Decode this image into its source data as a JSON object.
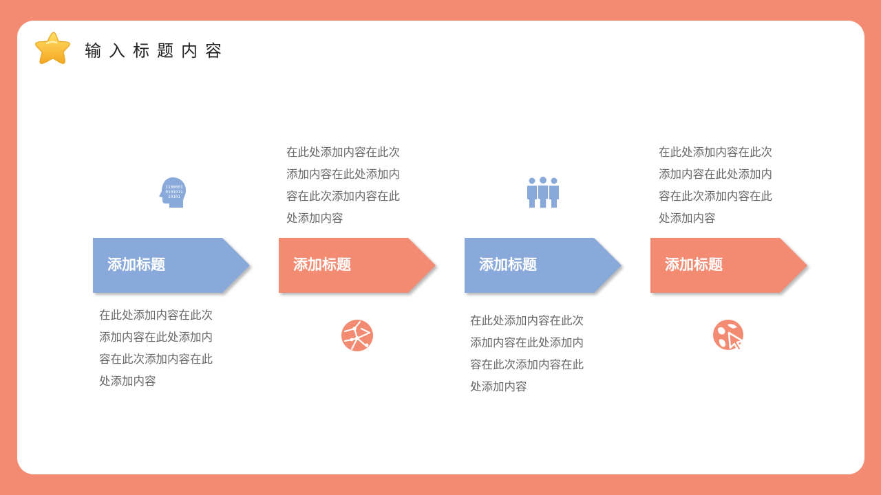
{
  "header": {
    "title": "输入标题内容",
    "logo_icon": "star-icon"
  },
  "steps": [
    {
      "title": "添加标题",
      "color": "#88a9d9",
      "icon": "head-binary-icon",
      "text_lines": [
        "在此处添加内容在此次",
        "添加内容在此处添加内",
        "容在此次添加内容在此",
        "处添加内容"
      ]
    },
    {
      "title": "添加标题",
      "color": "#f28b71",
      "icon": "network-globe-icon",
      "text_lines": [
        "在此处添加内容在此次",
        "添加内容在此处添加内",
        "容在此次添加内容在此",
        "处添加内容"
      ]
    },
    {
      "title": "添加标题",
      "color": "#88a9d9",
      "icon": "team-icon",
      "text_lines": [
        "在此处添加内容在此次",
        "添加内容在此处添加内",
        "容在此次添加内容在此",
        "处添加内容"
      ]
    },
    {
      "title": "添加标题",
      "color": "#f28b71",
      "icon": "globe-cursor-icon",
      "text_lines": [
        "在此处添加内容在此次",
        "添加内容在此处添加内",
        "容在此次添加内容在此",
        "处添加内容"
      ]
    }
  ],
  "colors": {
    "frame": "#f28b71",
    "blue": "#88a9d9",
    "orange": "#f28b71",
    "star": "#f7c531"
  }
}
